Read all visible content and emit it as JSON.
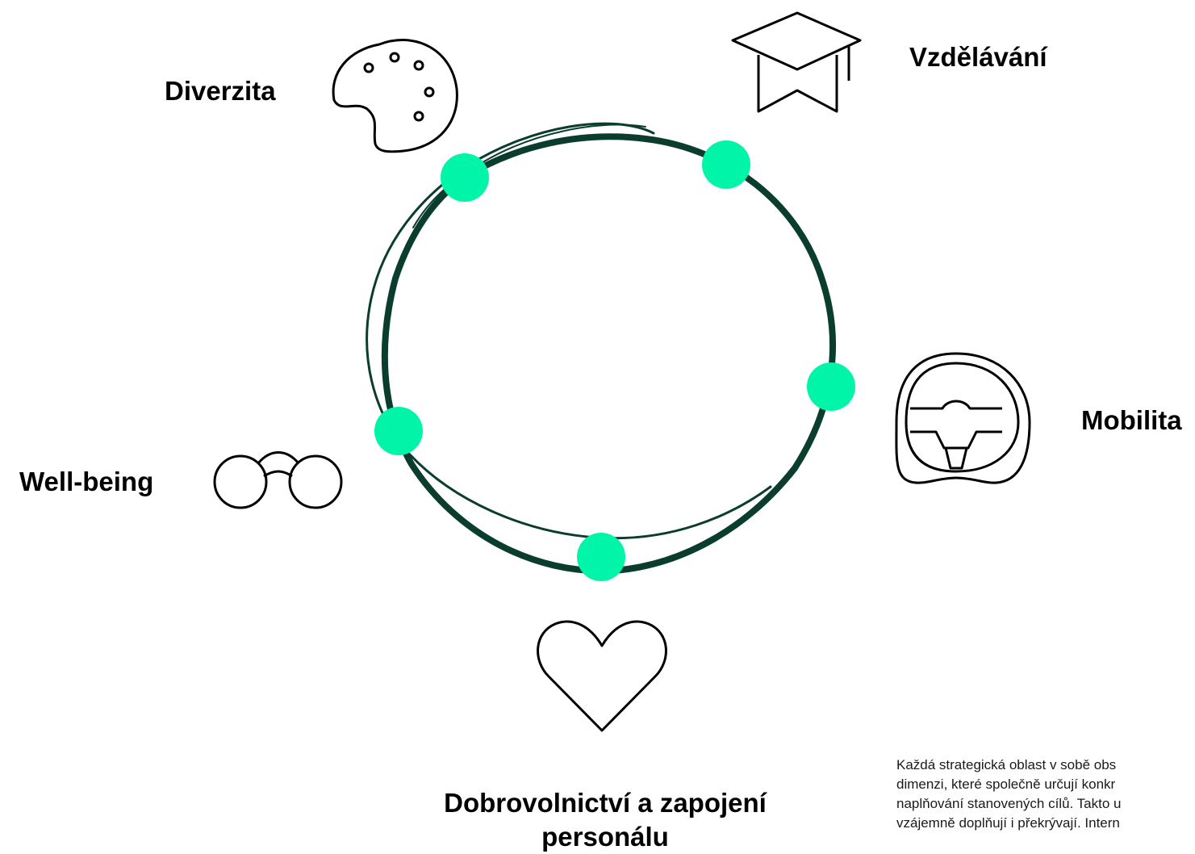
{
  "colors": {
    "ring": "#0b3d2e",
    "node": "#00f5a8",
    "icon": "#000000",
    "text": "#000000"
  },
  "areas": {
    "vzdelavani": {
      "label": "Vzdělávání",
      "icon": "graduation-cap-icon"
    },
    "diverzita": {
      "label": "Diverzita",
      "icon": "palette-icon"
    },
    "mobilita": {
      "label": "Mobilita",
      "icon": "steering-wheel-icon"
    },
    "wellbeing": {
      "label": "Well-being",
      "icon": "glasses-icon"
    },
    "dobrovolnictvi": {
      "label": "Dobrovolnictví a zapojení personálu",
      "icon": "heart-icon"
    }
  },
  "description": "Každá strategická oblast v sobě obs\ndimenzi, které společně určují konkr\nnaplňování stanovených cílů. Takto u\nvzájemně doplňují i překrývají. Intern"
}
